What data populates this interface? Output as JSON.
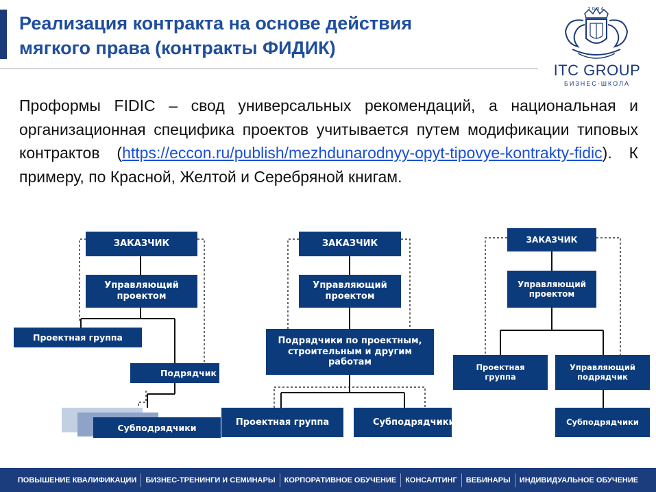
{
  "header": {
    "title_line1": "Реализация контракта на основе действия",
    "title_line2": "мягкого права (контракты ФИДИК)"
  },
  "logo": {
    "year": "2004",
    "name": "ITC GROUP",
    "subtitle": "БИЗНЕС-ШКОЛА"
  },
  "body": {
    "text_before": "Проформы FIDIC – свод универсальных рекомендаций, а национальная и организационная специфика проектов учитывается путем модификации типовых контрактов (",
    "link": "https://eccon.ru/publish/mezhdunarodnyy-opyt-tipovye-kontrakty-fidic",
    "text_after": "). К примеру, по Красной, Желтой и Серебряной книгам."
  },
  "diagram1": {
    "customer": "ЗАКАЗЧИК",
    "manager": "Управляющий проектом",
    "project_group": "Проектная группа",
    "contractor": "Подрядчик",
    "subcontractors": "Субподрядчики"
  },
  "diagram2": {
    "customer": "ЗАКАЗЧИК",
    "manager": "Управляющий проектом",
    "contractors": "Подрядчики по проектным, строительным и другим работам",
    "project_group": "Проектная группа",
    "subcontractors": "Субподрядчики"
  },
  "diagram3": {
    "customer": "ЗАКАЗЧИК",
    "manager": "Управляющий проектом",
    "project_group": "Проектная группа",
    "managing_contractor": "Управляющий подрядчик",
    "subcontractors": "Субподрядчики"
  },
  "footer": {
    "items": [
      "ПОВЫШЕНИЕ КВАЛИФИКАЦИИ",
      "БИЗНЕС-ТРЕНИНГИ И СЕМИНАРЫ",
      "КОРПОРАТИВНОЕ ОБУЧЕНИЕ",
      "КОНСАЛТИНГ",
      "ВЕБИНАРЫ",
      "ИНДИВИДУАЛЬНОЕ ОБУЧЕНИЕ"
    ]
  },
  "colors": {
    "node": "#0c3b7c",
    "title": "#1f4e9c",
    "footer": "#1b3d7e",
    "link": "#1a4fd8"
  }
}
